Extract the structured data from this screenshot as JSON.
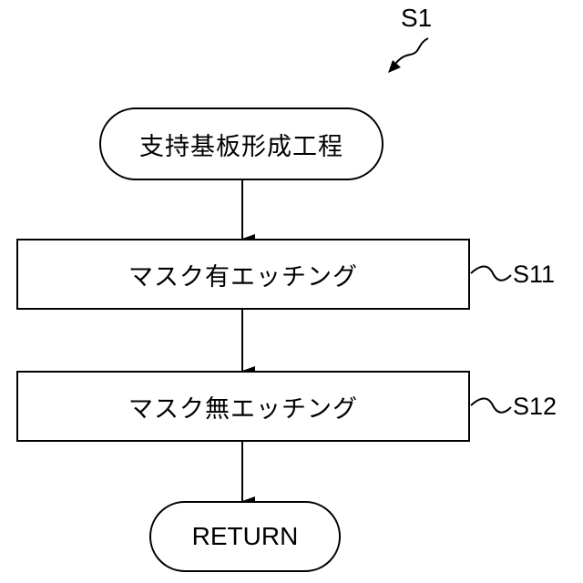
{
  "diagram": {
    "process_label": "S1",
    "start": {
      "text": "支持基板形成工程"
    },
    "steps": [
      {
        "id": "S11",
        "text": "マスク有エッチング"
      },
      {
        "id": "S12",
        "text": "マスク無エッチング"
      }
    ],
    "end": {
      "text": "RETURN"
    }
  }
}
